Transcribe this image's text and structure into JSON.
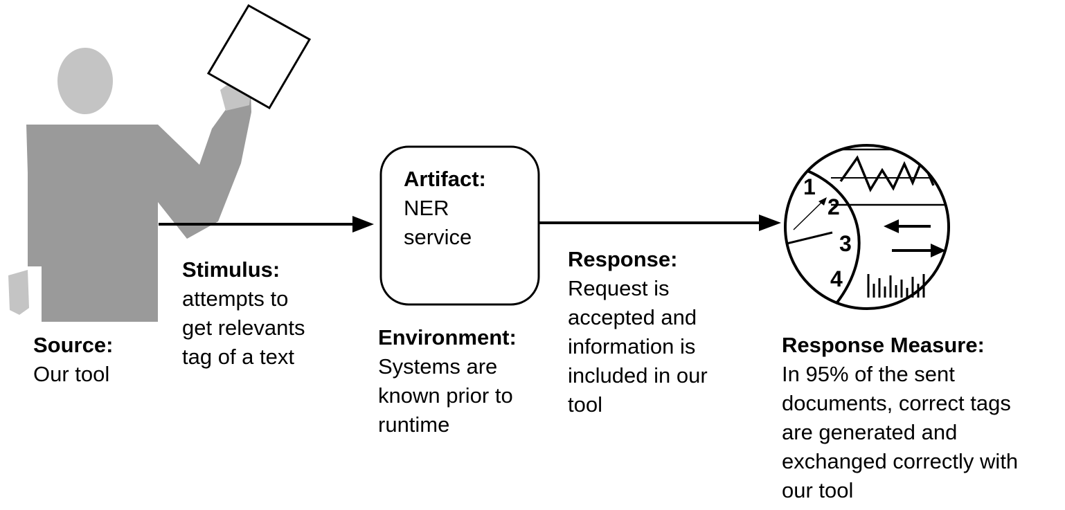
{
  "source": {
    "heading": "Source:",
    "lines": [
      "Our tool"
    ]
  },
  "stimulus": {
    "heading": "Stimulus:",
    "lines": [
      "attempts to",
      "get relevants",
      "tag of a text"
    ]
  },
  "artifact": {
    "heading": "Artifact:",
    "lines": [
      "NER",
      "service"
    ]
  },
  "environment": {
    "heading": "Environment:",
    "lines": [
      "Systems are",
      "known prior to",
      "runtime"
    ]
  },
  "response": {
    "heading": "Response:",
    "lines": [
      "Request is",
      "accepted and",
      "information is",
      "included in our",
      "tool"
    ]
  },
  "response_measure": {
    "heading": "Response Measure:",
    "lines": [
      "In 95% of the sent",
      "documents, correct tags",
      "are generated and",
      "exchanged correctly with",
      "our tool"
    ]
  },
  "gauge": {
    "numbers": [
      "1",
      "2",
      "3",
      "4"
    ]
  },
  "colors": {
    "figure": "#9a9a9a",
    "figure_head": "#c4c4c4",
    "stroke": "#000000"
  }
}
